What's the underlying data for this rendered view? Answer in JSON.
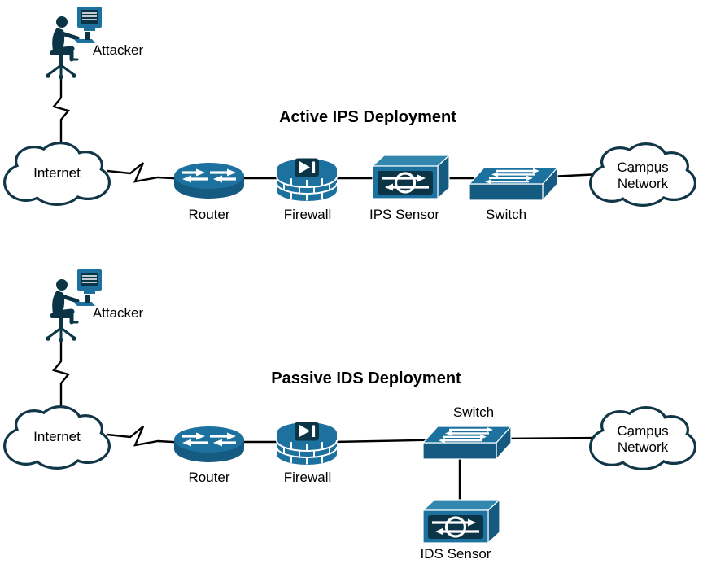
{
  "figure": {
    "background": "#ffffff"
  },
  "colors": {
    "device": "#1c719f",
    "device_light": "#3187ae",
    "device_dark": "#0c3447",
    "device_shadow": "#155a80",
    "cloud_outline": "#113647",
    "cloud_fill": "#ffffff",
    "line": "#000000",
    "text": "#000000",
    "white": "#ffffff"
  },
  "icons": {
    "attacker": "person-at-computer-icon",
    "internet": "cloud-icon",
    "campus": "cloud-icon",
    "router": "router-icon",
    "firewall": "firewall-icon",
    "ips_sensor": "ips-sensor-icon",
    "ids_sensor": "ids-sensor-icon",
    "switch": "switch-icon"
  },
  "diagrams": [
    {
      "id": "active-ips",
      "title": "Active IPS Deployment",
      "labels": {
        "attacker": "Attacker",
        "internet": "Internet",
        "router": "Router",
        "firewall": "Firewall",
        "sensor": "IPS Sensor",
        "switch": "Switch",
        "campus_line1": "Campus",
        "campus_line2": "Network"
      }
    },
    {
      "id": "passive-ids",
      "title": "Passive IDS Deployment",
      "labels": {
        "attacker": "Attacker",
        "internet": "Internet",
        "router": "Router",
        "firewall": "Firewall",
        "switch": "Switch",
        "sensor": "IDS Sensor",
        "campus_line1": "Campus",
        "campus_line2": "Network"
      }
    }
  ]
}
